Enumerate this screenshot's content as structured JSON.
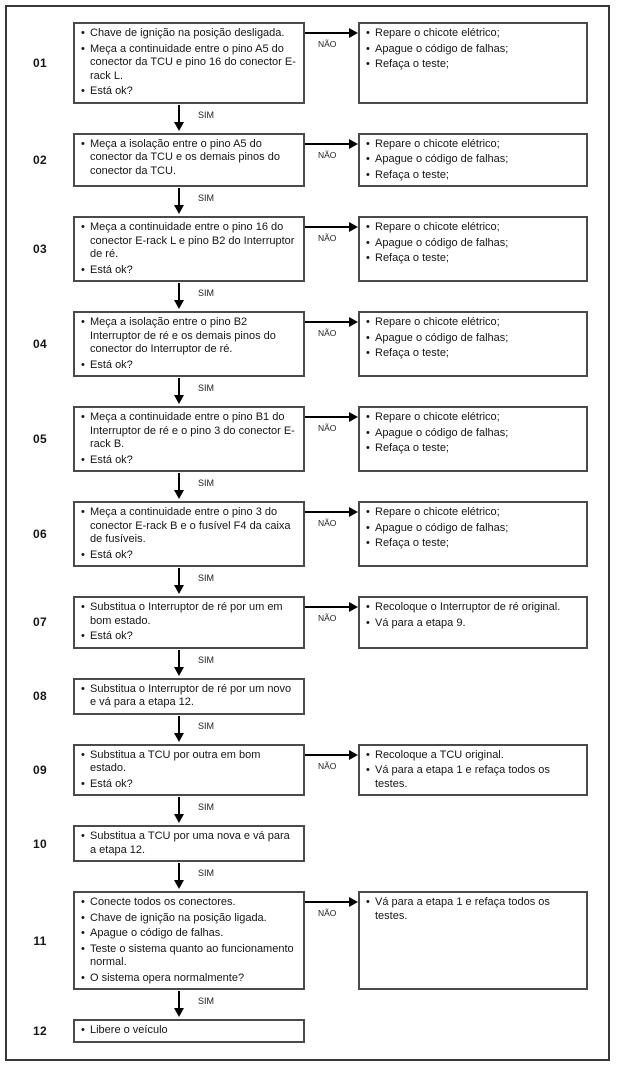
{
  "labels": {
    "yes": "SIM",
    "no": "NÃO",
    "bullet_icon": "•"
  },
  "colors": {
    "box_border": "#4a4a4a",
    "frame_border": "#383838",
    "arrow": "#000000",
    "background": "#ffffff",
    "text": "#151515"
  },
  "steps": [
    {
      "number": "01",
      "items": [
        "Chave de ignição na posição desligada.",
        "Meça a continuidade entre o pino A5 do conector da TCU e pino 16 do conector E-rack L.",
        "Está ok?"
      ],
      "no_items": [
        "Repare o chicote elétrico;",
        "Apague o código de falhas;",
        "Refaça o teste;"
      ]
    },
    {
      "number": "02",
      "items": [
        "Meça a isolação entre o pino A5 do conector da TCU e os demais pinos do conector da TCU."
      ],
      "no_items": [
        "Repare o chicote elétrico;",
        "Apague o código de falhas;",
        "Refaça o teste;"
      ]
    },
    {
      "number": "03",
      "items": [
        "Meça a continuidade entre o pino 16 do conector E-rack L e pino B2 do Interruptor de ré.",
        "Está ok?"
      ],
      "no_items": [
        "Repare o chicote elétrico;",
        "Apague o código de falhas;",
        "Refaça o teste;"
      ]
    },
    {
      "number": "04",
      "items": [
        "Meça a isolação entre o pino B2 Interruptor de ré e os demais pinos do conector do Interruptor de ré.",
        "Está ok?"
      ],
      "no_items": [
        "Repare o chicote elétrico;",
        "Apague o código de falhas;",
        "Refaça o teste;"
      ]
    },
    {
      "number": "05",
      "items": [
        "Meça a continuidade entre o pino B1 do Interruptor de ré e o pino 3 do conector E-rack B.",
        "Está ok?"
      ],
      "no_items": [
        "Repare o chicote elétrico;",
        "Apague o código de falhas;",
        "Refaça o teste;"
      ]
    },
    {
      "number": "06",
      "items": [
        "Meça a continuidade entre o pino 3 do conector E-rack B e o fusível F4 da caixa de fusíveis.",
        "Está ok?"
      ],
      "no_items": [
        "Repare o chicote elétrico;",
        "Apague o código de falhas;",
        "Refaça o teste;"
      ]
    },
    {
      "number": "07",
      "items": [
        "Substitua o Interruptor de ré por um em bom estado.",
        "Está ok?"
      ],
      "no_items": [
        "Recoloque o Interruptor de ré original.",
        "Vá para a etapa 9."
      ]
    },
    {
      "number": "08",
      "items": [
        "Substitua o Interruptor de ré por um novo e vá para a etapa 12."
      ],
      "no_items": null
    },
    {
      "number": "09",
      "items": [
        "Substitua a TCU por outra em bom estado.",
        "Está ok?"
      ],
      "no_items": [
        "Recoloque a TCU original.",
        "Vá para a etapa 1 e refaça todos os testes."
      ]
    },
    {
      "number": "10",
      "items": [
        "Substitua a TCU por uma nova e vá para a etapa 12."
      ],
      "no_items": null
    },
    {
      "number": "11",
      "items": [
        "Conecte todos os conectores.",
        "Chave de ignição na posição ligada.",
        "Apague o código de falhas.",
        "Teste o sistema quanto ao funcionamento normal.",
        "O sistema opera normalmente?"
      ],
      "no_items": [
        "Vá para a etapa 1 e refaça todos os testes."
      ]
    },
    {
      "number": "12",
      "items": [
        "Libere o veículo"
      ],
      "no_items": null
    }
  ]
}
